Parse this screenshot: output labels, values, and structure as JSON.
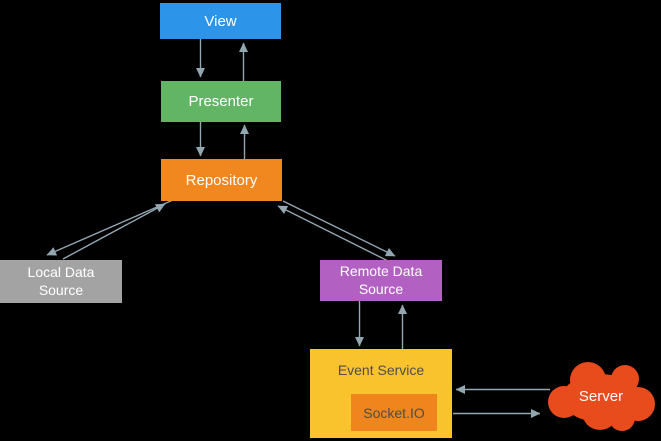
{
  "diagram": {
    "background_color": "#000000",
    "connector_color": "#93A7B1",
    "nodes": {
      "view": {
        "label": "View",
        "color": "#2D95E9",
        "text_color": "#FFFFFF",
        "shape": "rect"
      },
      "presenter": {
        "label": "Presenter",
        "color": "#61B565",
        "text_color": "#FFFFFF",
        "shape": "rect"
      },
      "repository": {
        "label": "Repository",
        "color": "#F0871F",
        "text_color": "#FFFFFF",
        "shape": "rect"
      },
      "local_data_source": {
        "label": "Local Data Source",
        "color": "#A3A3A3",
        "text_color": "#FFFFFF",
        "shape": "rect"
      },
      "remote_data_source": {
        "label": "Remote Data Source",
        "color": "#B261C3",
        "text_color": "#FFFFFF",
        "shape": "rect"
      },
      "event_service": {
        "label": "Event Service",
        "color": "#F9C32D",
        "text_color": "#4D4D4D",
        "shape": "rect"
      },
      "socket_io": {
        "label": "Socket.IO",
        "color": "#F0851D",
        "text_color": "#4D4D4D",
        "shape": "rect"
      },
      "server": {
        "label": "Server",
        "color": "#E84B1C",
        "text_color": "#FFFFFF",
        "shape": "cloud"
      }
    },
    "edges": [
      {
        "from": "View",
        "to": "Presenter"
      },
      {
        "from": "Presenter",
        "to": "View"
      },
      {
        "from": "Presenter",
        "to": "Repository"
      },
      {
        "from": "Repository",
        "to": "Presenter"
      },
      {
        "from": "Repository",
        "to": "Local Data Source"
      },
      {
        "from": "Local Data Source",
        "to": "Repository"
      },
      {
        "from": "Repository",
        "to": "Remote Data Source"
      },
      {
        "from": "Remote Data Source",
        "to": "Repository"
      },
      {
        "from": "Remote Data Source",
        "to": "Event Service"
      },
      {
        "from": "Event Service",
        "to": "Remote Data Source"
      },
      {
        "from": "Server",
        "to": "Event Service"
      },
      {
        "from": "Socket.IO",
        "to": "Server"
      }
    ]
  }
}
